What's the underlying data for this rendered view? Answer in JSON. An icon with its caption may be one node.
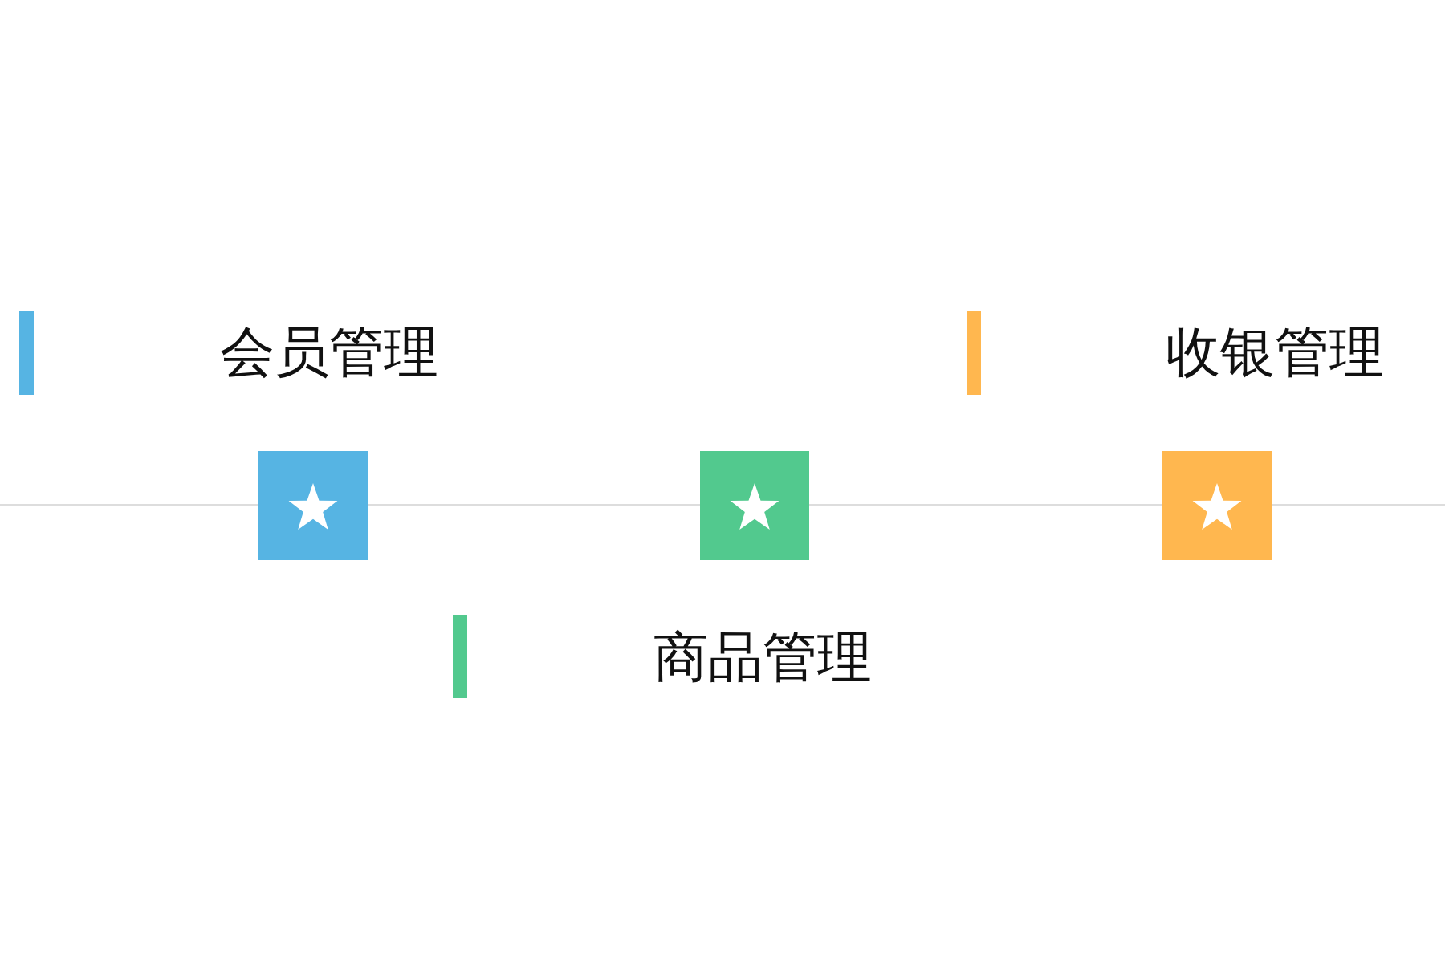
{
  "diagram": {
    "labels": [
      "会员管理",
      "收银管理",
      "商品管理"
    ]
  }
}
